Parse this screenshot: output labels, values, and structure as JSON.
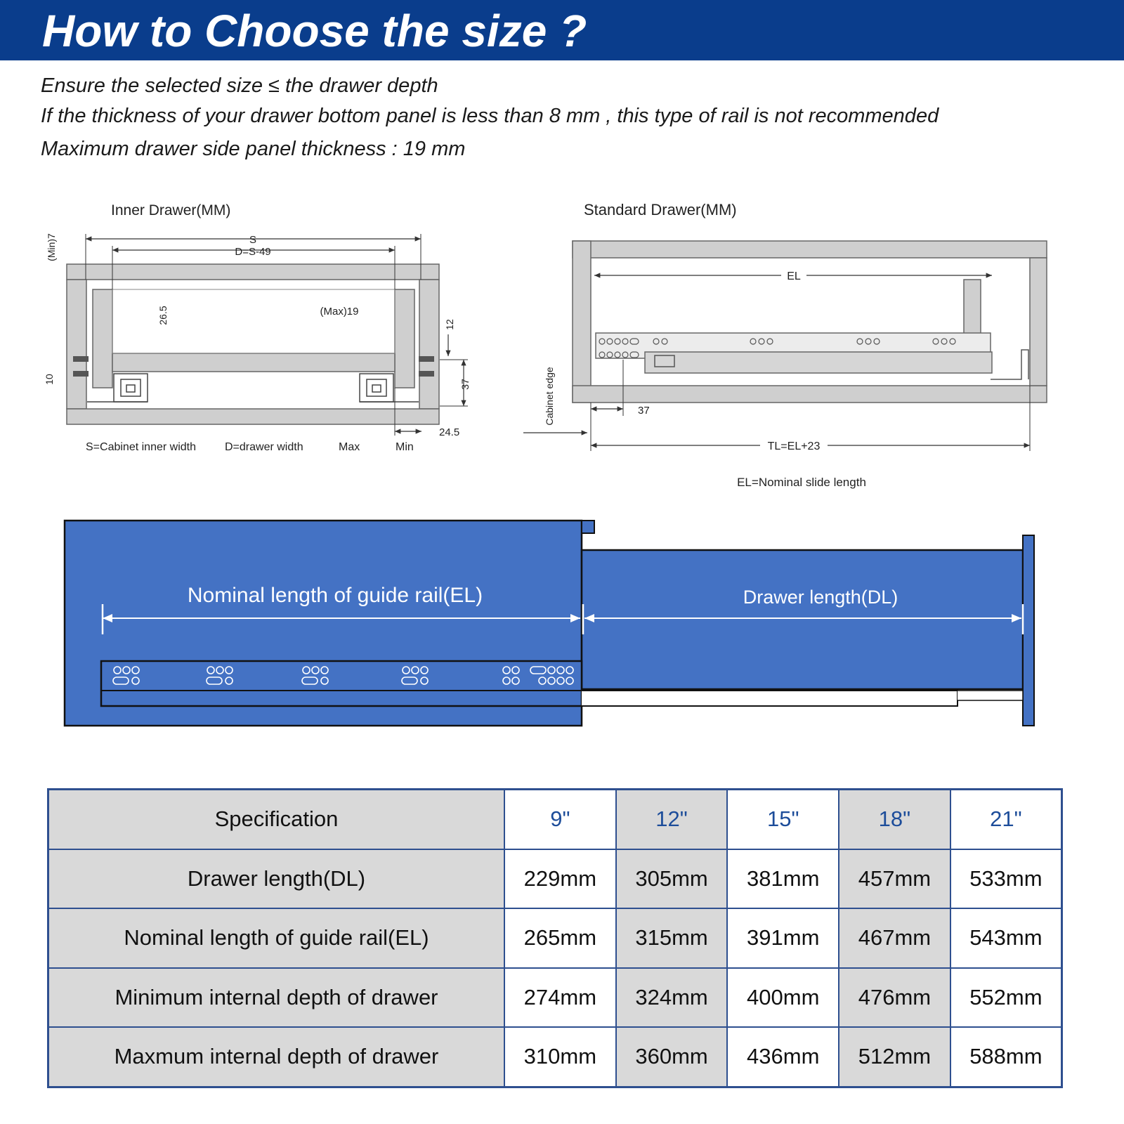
{
  "header": {
    "title": "How to Choose the size ?"
  },
  "notes": [
    "Ensure the selected size ≤ the drawer depth",
    "If the thickness of your drawer bottom panel is less than 8 mm , this type of rail is not recommended",
    "Maximum drawer side panel thickness : 19 mm"
  ],
  "inner_drawer": {
    "title": "Inner Drawer(MM)",
    "labels": {
      "s": "S",
      "d": "D=S-49",
      "min7": "(Min)7",
      "v10": "10",
      "v26_5": "26.5",
      "max19": "(Max)19",
      "v12": "12",
      "v37": "37",
      "v24_5": "24.5"
    },
    "legend": [
      "S=Cabinet inner width",
      "D=drawer width",
      "Max",
      "Min"
    ]
  },
  "standard_drawer": {
    "title": "Standard Drawer(MM)",
    "labels": {
      "el": "EL",
      "v37": "37",
      "tl": "TL=EL+23",
      "cabinet_edge": "Cabinet edge"
    },
    "caption": "EL=Nominal slide length"
  },
  "rail_diagram": {
    "rail_label": "Nominal length of guide rail(EL)",
    "drawer_label": "Drawer length(DL)"
  },
  "colors": {
    "brand_blue": "#0a3d8c",
    "diagram_blue": "#4472c4",
    "table_grey": "#d9d9d9",
    "table_border": "#2e4f8f"
  },
  "table": {
    "header": {
      "label": "Specification",
      "sizes": [
        "9\"",
        "12\"",
        "15\"",
        "18\"",
        "21\""
      ]
    },
    "rows": [
      {
        "label": "Drawer length(DL)",
        "values": [
          "229mm",
          "305mm",
          "381mm",
          "457mm",
          "533mm"
        ]
      },
      {
        "label": "Nominal length of guide rail(EL)",
        "values": [
          "265mm",
          "315mm",
          "391mm",
          "467mm",
          "543mm"
        ]
      },
      {
        "label": "Minimum internal depth of drawer",
        "values": [
          "274mm",
          "324mm",
          "400mm",
          "476mm",
          "552mm"
        ]
      },
      {
        "label": "Maxmum internal depth of drawer",
        "values": [
          "310mm",
          "360mm",
          "436mm",
          "512mm",
          "588mm"
        ]
      }
    ]
  }
}
